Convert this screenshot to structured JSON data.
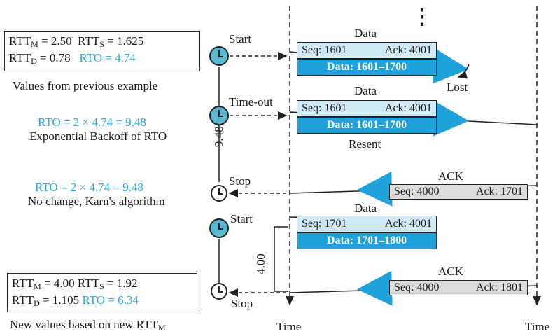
{
  "box1": {
    "rttm_label": "RTT",
    "rttm_sub": "M",
    "rttm_value": " = 2.50",
    "rtts_label": "RTT",
    "rtts_sub": "S",
    "rtts_value": " = 1.625",
    "rttd_label": "RTT",
    "rttd_sub": "D",
    "rttd_value": " = 0.78",
    "rto": "RTO = 4.74",
    "caption": "Values from previous example"
  },
  "backoff": {
    "formula": "RTO = 2  × 4.74 = 9.48",
    "caption": "Exponential Backoff of RTO"
  },
  "karn": {
    "formula": "RTO = 2  × 4.74 = 9.48",
    "caption": "No change, Karn's algorithm"
  },
  "box2": {
    "rttm_label": "RTT",
    "rttm_sub": "M",
    "rttm_value": " = 4.00",
    "rtts_label": "RTT",
    "rtts_sub": "S",
    "rtts_value": " = 1.92",
    "rttd_label": "RTT",
    "rttd_sub": "D",
    "rttd_value": " = 1.105",
    "rto": "RTO = 6.34",
    "caption_prefix": "New values based on new RTT",
    "caption_sub": "M"
  },
  "timer": {
    "start1": "Start",
    "timeout": "Time-out",
    "stop1": "Stop",
    "start2": "Start",
    "stop2": "Stop",
    "interval1": "9.48",
    "interval2": "4.00"
  },
  "seg1": {
    "label": "Data",
    "seq": "Seq: 1601",
    "ack": "Ack: 4001",
    "data": "Data: 1601–1700",
    "status": "Lost"
  },
  "seg2": {
    "label": "Data",
    "seq": "Seq: 1601",
    "ack": "Ack: 4001",
    "data": "Data: 1601–1700",
    "status": "Resent"
  },
  "ack1": {
    "label": "ACK",
    "seq": "Seq: 4000",
    "ack": "Ack: 1701"
  },
  "seg3": {
    "label": "Data",
    "seq": "Seq: 1701",
    "ack": "Ack: 4001",
    "data": "Data: 1701–1800"
  },
  "ack2": {
    "label": "ACK",
    "seq": "Seq: 4000",
    "ack": "Ack: 1801"
  },
  "axis": {
    "left_time": "Time",
    "right_time": "Time",
    "ellipsis": "⋮"
  },
  "colors": {
    "accent_blue": "#1fa1dc",
    "light_blue": "#cfe9f7",
    "timer_fill": "#58b8cf",
    "ack_grey": "#dcdcdc"
  }
}
